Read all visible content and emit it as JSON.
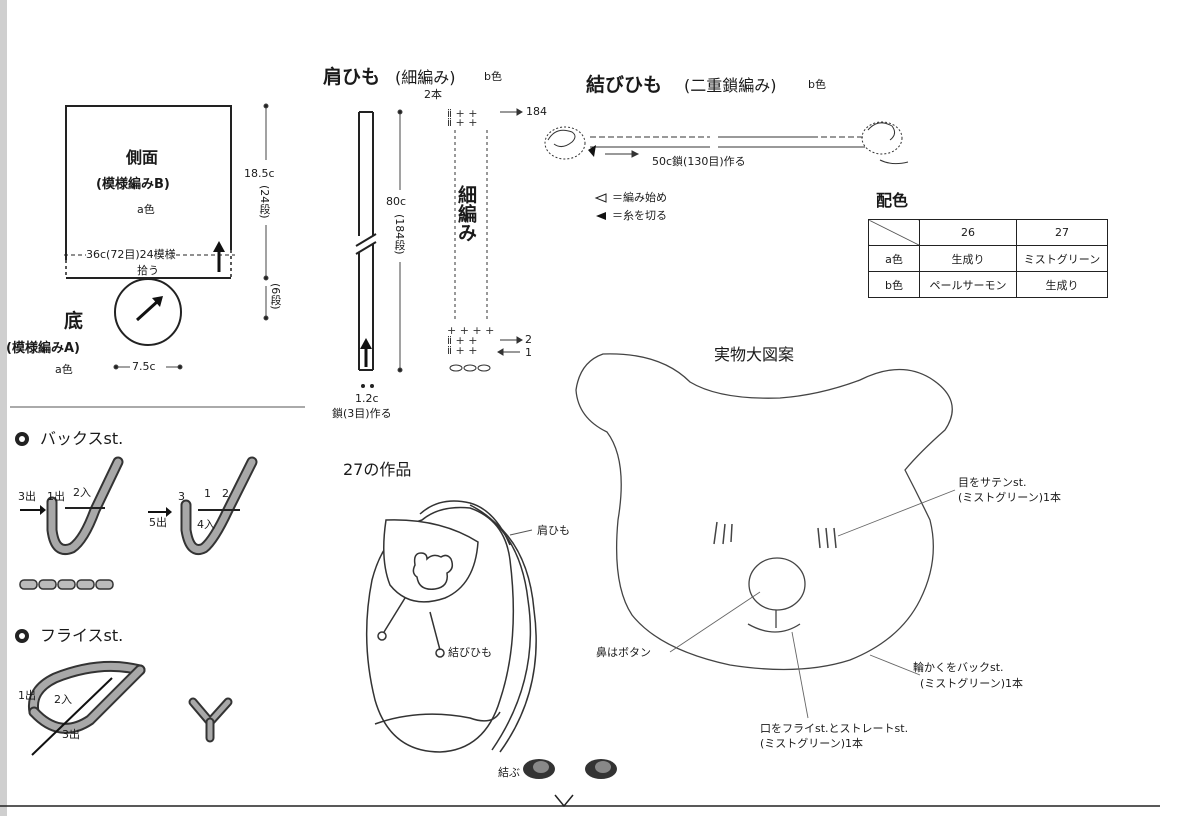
{
  "side_panel": {
    "title": "側面",
    "pattern": "(模様編みB)",
    "color": "a色",
    "height": "18.5c",
    "rows": "(24段)",
    "circumference": "36c(72目)24模様",
    "pickup": "拾う",
    "bottom_rows": "(6段)"
  },
  "bottom_panel": {
    "title": "底",
    "pattern": "(模様編みA)",
    "color": "a色",
    "diameter": "7.5c"
  },
  "shoulder_strap": {
    "title": "肩ひも",
    "method": "(細編み)",
    "color": "b色",
    "count": "2本",
    "length": "80c",
    "rows": "(184段)",
    "width": "1.2c",
    "chain": "鎖(3目)作る",
    "label_vertical": "細編み",
    "row_top": "184",
    "row_2": "2",
    "row_1": "1"
  },
  "tie_cord": {
    "title": "結びひも",
    "method": "(二重鎖編み)",
    "color": "b色",
    "chain": "50c鎖(130目)作る"
  },
  "legend": {
    "start": "＝編み始め",
    "cut": "＝糸を切る"
  },
  "color_table": {
    "title": "配色",
    "headers": [
      "26",
      "27"
    ],
    "rows": [
      {
        "label": "a色",
        "values": [
          "生成り",
          "ミストグリーン"
        ]
      },
      {
        "label": "b色",
        "values": [
          "ペールサーモン",
          "生成り"
        ]
      }
    ]
  },
  "back_stitch": {
    "title": "バックスst.",
    "out3": "3出",
    "out1": "1出",
    "in2": "2入",
    "n3": "3",
    "n1": "1",
    "n2": "2",
    "out5": "5出",
    "in4": "4入"
  },
  "fly_stitch": {
    "title": "フライスst.",
    "out1": "1出",
    "in2": "2入",
    "out3": "3出"
  },
  "work27": {
    "title": "27の作品",
    "strap": "肩ひも",
    "cord": "結びひも",
    "tie": "結ぶ"
  },
  "pattern_actual": {
    "title": "実物大図案",
    "eyes": "目をサテンst.",
    "eyes_color": "(ミストグリーン)1本",
    "nose": "鼻はボタン",
    "outline": "輪かくをバックst.",
    "outline_color": "(ミストグリーン)1本",
    "mouth": "口をフライst.とストレートst.",
    "mouth_color": "(ミストグリーン)1本"
  }
}
